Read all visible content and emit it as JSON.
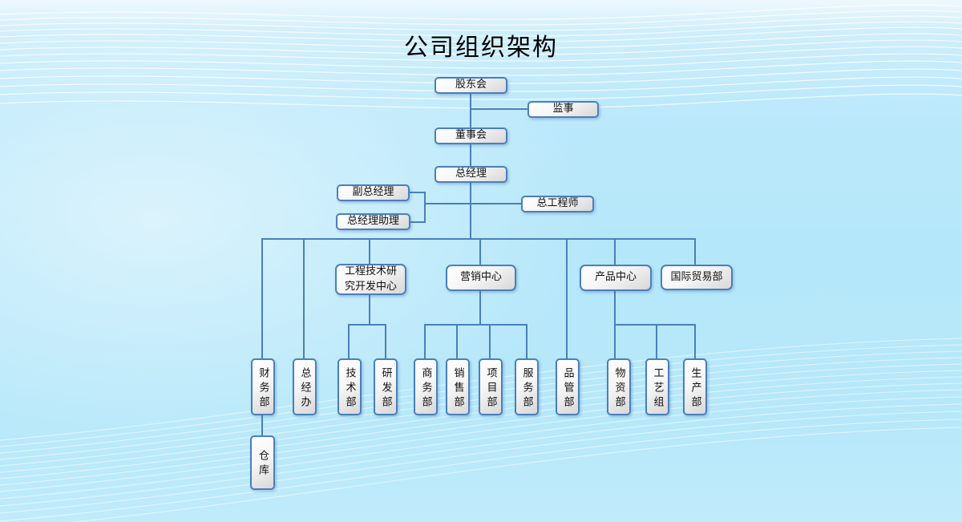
{
  "title": "公司组织架构",
  "colors": {
    "line": "#4a7fbe",
    "box_border": "#4a7fbe",
    "box_fill_top": "#ffffff",
    "box_fill_bottom": "#d8d8d8",
    "background": "#b6e8fa",
    "wave_lines": "#ffffff",
    "text": "#111111"
  },
  "nodes": {
    "shareholders": "股东会",
    "supervisor": "监事",
    "board": "董事会",
    "gm": "总经理",
    "deputy_gm": "副总经理",
    "gm_assistant": "总经理助理",
    "chief_engineer": "总工程师",
    "finance": "财务部",
    "warehouse": "仓库",
    "gm_office": "总经办",
    "rd_center": "工程技术研\n究开发中心",
    "tech": "技术部",
    "rd": "研发部",
    "marketing_center": "营销中心",
    "commerce": "商务部",
    "sales": "销售部",
    "project": "项目部",
    "service": "服务部",
    "qc": "品管部",
    "product_center": "产品中心",
    "materials": "物资部",
    "process": "工艺组",
    "production": "生产部",
    "intl_trade": "国际贸易部"
  },
  "edges": [
    [
      "shareholders",
      "supervisor"
    ],
    [
      "shareholders",
      "board"
    ],
    [
      "board",
      "gm"
    ],
    [
      "gm",
      "deputy_gm"
    ],
    [
      "gm",
      "gm_assistant"
    ],
    [
      "gm",
      "chief_engineer"
    ],
    [
      "gm",
      "finance"
    ],
    [
      "gm",
      "gm_office"
    ],
    [
      "gm",
      "rd_center"
    ],
    [
      "gm",
      "marketing_center"
    ],
    [
      "gm",
      "qc"
    ],
    [
      "gm",
      "product_center"
    ],
    [
      "gm",
      "intl_trade"
    ],
    [
      "finance",
      "warehouse"
    ],
    [
      "rd_center",
      "tech"
    ],
    [
      "rd_center",
      "rd"
    ],
    [
      "marketing_center",
      "commerce"
    ],
    [
      "marketing_center",
      "sales"
    ],
    [
      "marketing_center",
      "project"
    ],
    [
      "marketing_center",
      "service"
    ],
    [
      "product_center",
      "materials"
    ],
    [
      "product_center",
      "process"
    ],
    [
      "product_center",
      "production"
    ]
  ]
}
